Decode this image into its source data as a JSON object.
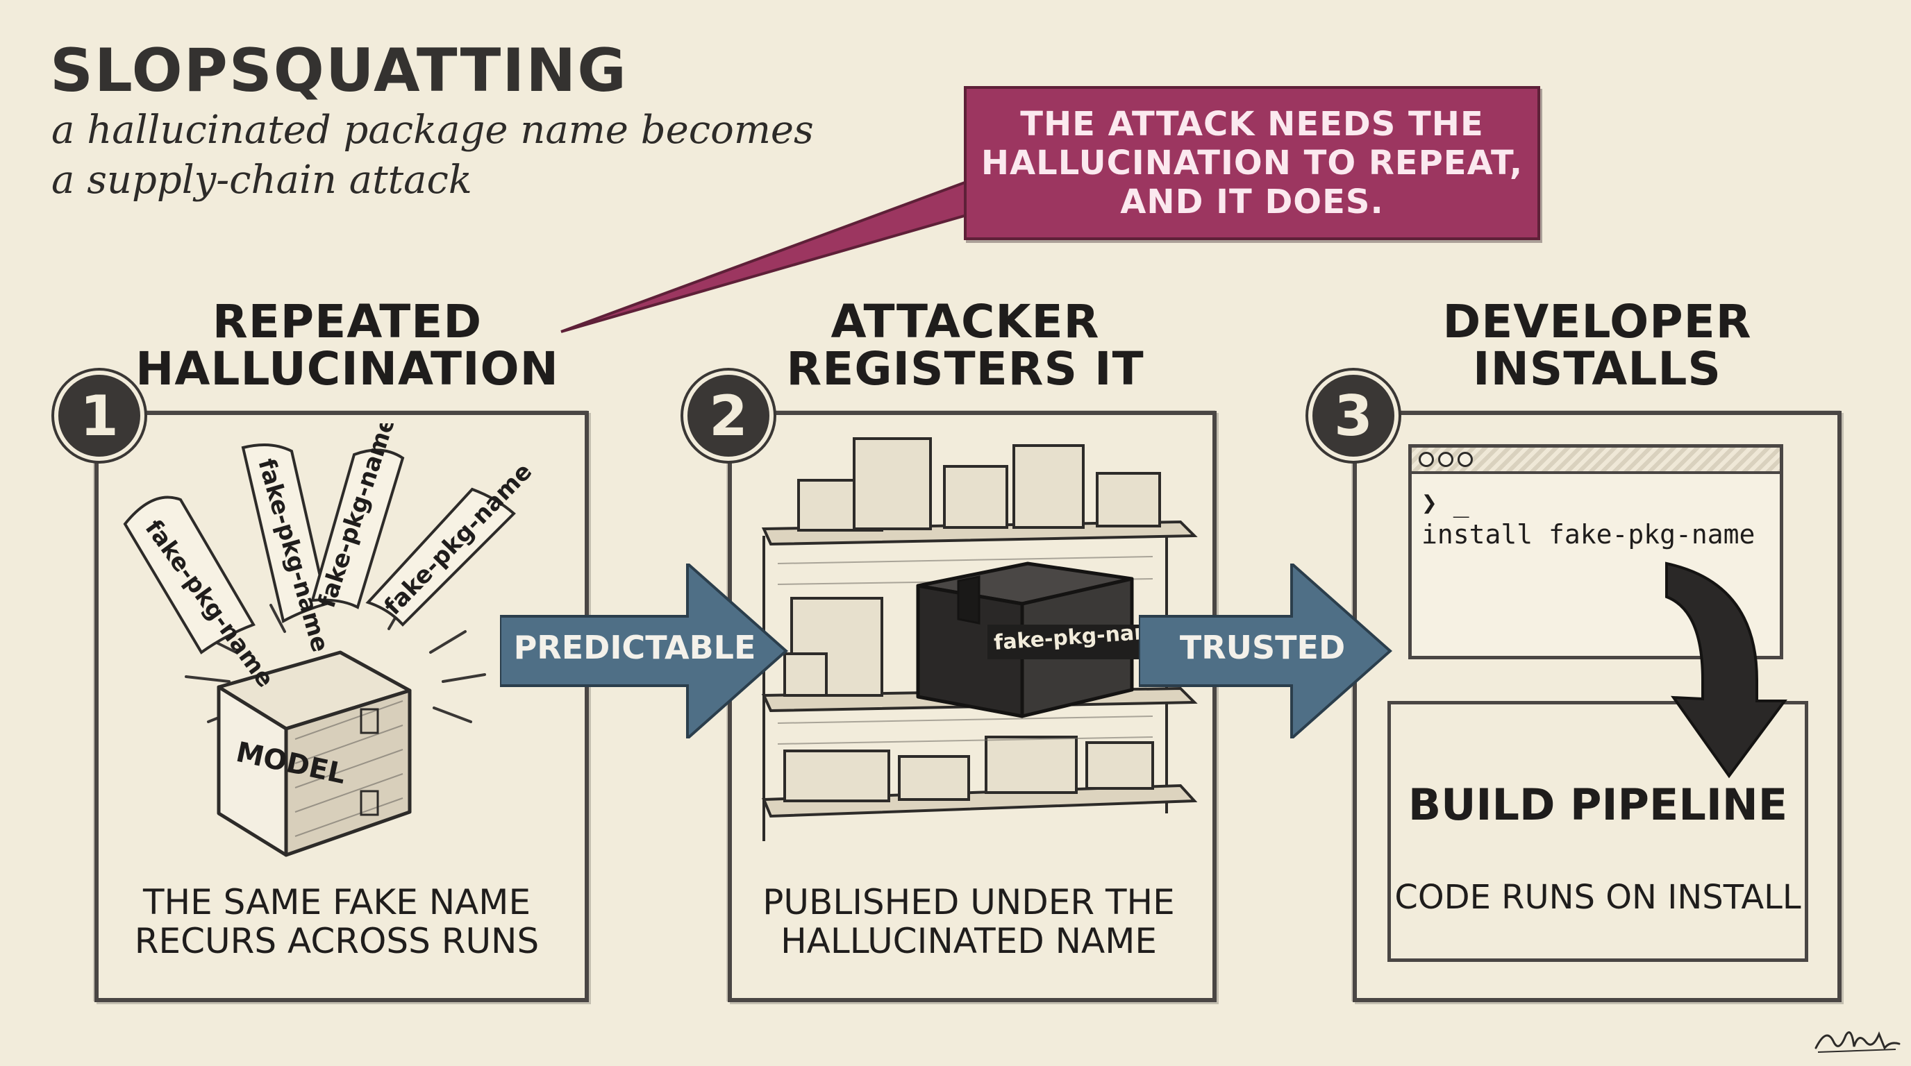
{
  "title": "SLOPSQUATTING",
  "subtitle_line1": "a hallucinated package name becomes",
  "subtitle_line2": "a supply-chain attack",
  "callout": {
    "line1": "THE ATTACK NEEDS THE",
    "line2": "HALLUCINATION TO REPEAT,",
    "line3": "AND IT DOES.",
    "color": "#9c3660"
  },
  "steps": [
    {
      "number": "1",
      "heading_line1": "REPEATED",
      "heading_line2": "HALLUCINATION",
      "caption_line1": "THE SAME FAKE NAME",
      "caption_line2": "RECURS ACROSS RUNS",
      "box_label": "MODEL",
      "flying_names": [
        "fake-pkg-name",
        "fake-pkg-name",
        "fake-pkg-name",
        "fake-pkg-name"
      ]
    },
    {
      "number": "2",
      "heading_line1": "ATTACKER",
      "heading_line2": "REGISTERS IT",
      "caption_line1": "PUBLISHED UNDER THE",
      "caption_line2": "HALLUCINATED NAME",
      "package_label": "fake-pkg-name"
    },
    {
      "number": "3",
      "heading_line1": "DEVELOPER",
      "heading_line2": "INSTALLS",
      "prompt": "❯ _",
      "command": "install fake-pkg-name",
      "pipeline_title": "BUILD PIPELINE",
      "pipeline_caption": "CODE RUNS ON INSTALL"
    }
  ],
  "arrows": [
    {
      "label": "PREDICTABLE",
      "color": "#4f6f86"
    },
    {
      "label": "TRUSTED",
      "color": "#4f6f86"
    }
  ]
}
